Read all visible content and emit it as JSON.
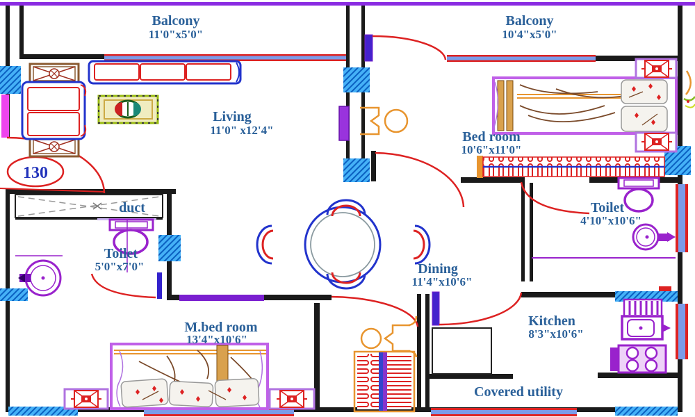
{
  "labels": {
    "balcony_left": {
      "name": "Balcony",
      "size": "11'0\"x5'0\""
    },
    "balcony_right": {
      "name": "Balcony",
      "size": "10'4\"x5'0\""
    },
    "living": {
      "name": "Living",
      "size": "11'0\" x12'4\""
    },
    "bedroom": {
      "name": "Bed room",
      "size": "10'6\"x11'0\""
    },
    "toilet_right": {
      "name": "Toilet",
      "size": "4'10\"x10'6\""
    },
    "dining": {
      "name": "Dining",
      "size": "11'4\"x10'6\""
    },
    "kitchen": {
      "name": "Kitchen",
      "size": "8'3\"x10'6\""
    },
    "covered_utility": {
      "name": "Covered utility"
    },
    "mbedroom": {
      "name": "M.bed room",
      "size": "13'4\"x10'6\""
    },
    "toilet_left": {
      "name": "Toilet",
      "size": "5'0\"x7'0\""
    },
    "duct": {
      "name": "duct"
    },
    "door_number": "130"
  },
  "colors": {
    "wall": "#1a1a1a",
    "door_arc_red": "#dd2222",
    "window_glass_blue": "#45b1f7",
    "window_hatch_blue": "#0a5fc0",
    "french_window_blue": "#7b9be8",
    "label_text_blue": "#2a6099",
    "door_number_blue": "#2233bb",
    "fixture_purple": "#9922cc",
    "furniture_magenta": "#c060e8",
    "sofa_blue": "#2233cc",
    "cushion_red": "#dd2222",
    "accent_orange": "#e8952f",
    "wood_tan": "#d9a14d",
    "top_border_purple": "#8a2be2",
    "door_leaf_blue": "#4422cc"
  }
}
